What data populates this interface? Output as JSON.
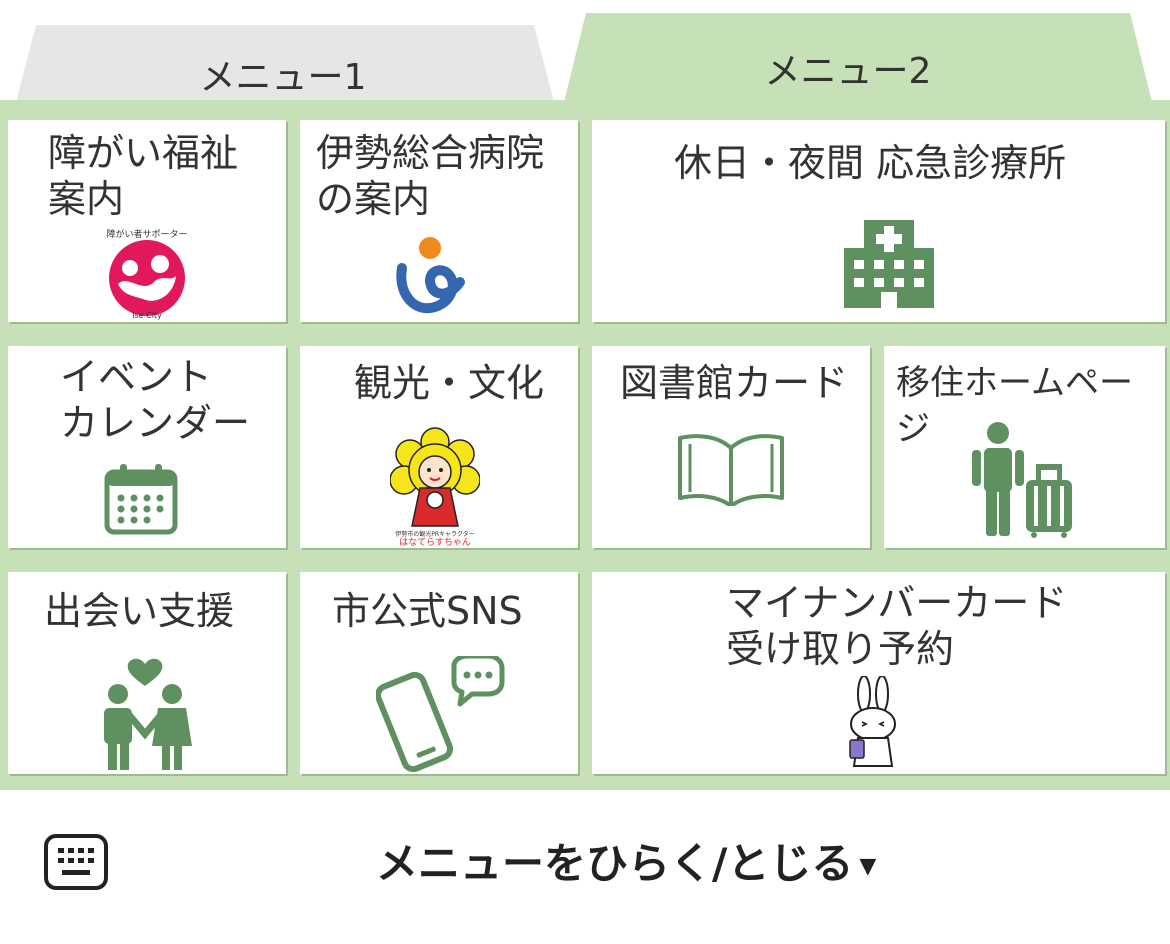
{
  "tabs": [
    {
      "label": "メニュー1",
      "active": false
    },
    {
      "label": "メニュー2",
      "active": true
    }
  ],
  "colors": {
    "green": "#c6e0b7",
    "icon": "#5f9160",
    "inactive_tab": "#e6e6e6",
    "pink": "#e2185c"
  },
  "menu": {
    "welfare": {
      "label": "障がい福祉\n案内",
      "logo_text_top": "障がい者サポーター",
      "logo_text_bottom": "Ise City",
      "icon": "welfare-logo"
    },
    "hospital": {
      "label": "伊勢総合病院\nの案内",
      "icon": "hospital-logo"
    },
    "emergency": {
      "label": "休日・夜間 応急診療所",
      "icon": "hospital-building-icon"
    },
    "events": {
      "label": "イベント\nカレンダー",
      "icon": "calendar-icon"
    },
    "tourism": {
      "label": "観光・文化",
      "mascot_text": "はなてらすちゃん",
      "icon": "mascot-character"
    },
    "library": {
      "label": "図書館カード",
      "icon": "open-book-icon"
    },
    "relocation": {
      "label": "移住ホームページ",
      "icon": "traveler-suitcase-icon"
    },
    "matchmaking": {
      "label": "出会い支援",
      "icon": "couple-heart-icon"
    },
    "sns": {
      "label": "市公式SNS",
      "icon": "smartphone-chat-icon"
    },
    "mynumber": {
      "label": "マイナンバーカード\n受け取り予約",
      "icon": "rabbit-mascot"
    }
  },
  "bottom": {
    "toggle_label": "メニューをひらく/とじる",
    "arrow": "▼",
    "keyboard_icon": "keyboard-icon"
  }
}
